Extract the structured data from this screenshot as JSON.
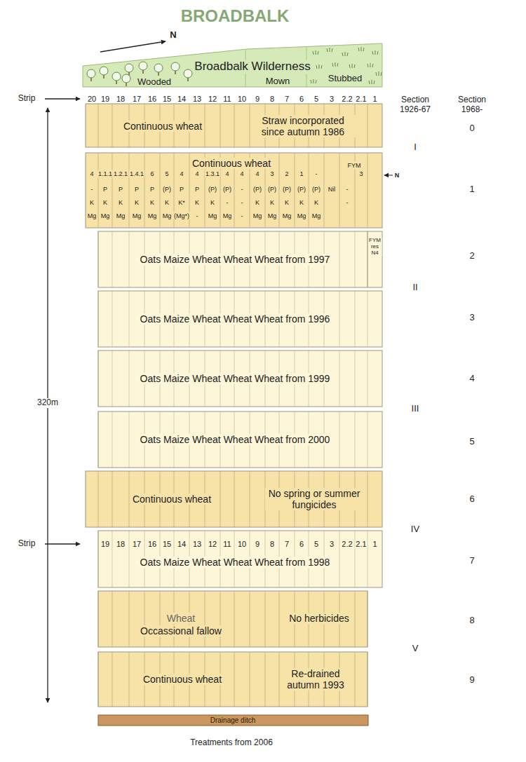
{
  "diagram": {
    "title": "BROADBALK",
    "caption": "Treatments from 2006",
    "nodes": [
      {
        "text": [
          "Broadbalk Wilderness",
          "Wooded",
          "Mown",
          "Stubbed"
        ]
      },
      {
        "text": [
          "Continuous wheat",
          "Straw incorporated since autumn 1986"
        ]
      },
      {
        "text": [
          "Continuous wheat"
        ]
      },
      {
        "text": [
          "Oats Maize Wheat Wheat Wheat from 1997"
        ]
      },
      {
        "text": [
          "FYM res N4"
        ],
        "in": 3
      },
      {
        "text": [
          "Oats Maize Wheat Wheat Wheat from 1996"
        ]
      },
      {
        "text": [
          "Oats Maize Wheat Wheat Wheat from 1999"
        ]
      },
      {
        "text": [
          "Oats Maize Wheat Wheat Wheat from 2000"
        ]
      },
      {
        "text": [
          "Continuous wheat",
          "No spring or summer fungicides"
        ]
      },
      {
        "text": [
          "Oats Maize Wheat Wheat Wheat from 1998"
        ]
      },
      {
        "text": [
          "Wheat",
          "Occassional fallow",
          "No herbicides"
        ]
      },
      {
        "text": [
          "Continuous wheat",
          "Re-drained autumn 1993"
        ]
      },
      {
        "text": [
          "Drainage ditch"
        ]
      }
    ],
    "labels": [
      "N",
      "Strip",
      "20",
      "19",
      "18",
      "17",
      "16",
      "15",
      "14",
      "13",
      "12",
      "11",
      "10",
      "9",
      "8",
      "7",
      "6",
      "5",
      "3",
      "2.2",
      "2.1",
      "1",
      "Section 1926-67",
      "Section 1968-",
      "0",
      "I",
      "1",
      "2",
      "II",
      "3",
      "4",
      "III",
      "5",
      "6",
      "IV",
      "7",
      "8",
      "V",
      "9",
      "320m",
      "4",
      "1.1.1",
      "1.2.1",
      "1.4.1",
      "6",
      "5",
      "4",
      "4",
      "1.3.1",
      "4",
      "4",
      "4",
      "3",
      "2",
      "1",
      "-",
      "FYM",
      "3",
      "-",
      "P",
      "P",
      "P",
      "P",
      "(P)",
      "P",
      "P",
      "(P)",
      "(P)",
      "-",
      "(P)",
      "(P)",
      "(P)",
      "(P)",
      "(P)",
      "Nil",
      "-",
      "K",
      "K",
      "K",
      "K",
      "K",
      "K",
      "K*",
      "K",
      "K",
      "-",
      "-",
      "K",
      "K",
      "K",
      "K",
      "K",
      "-",
      "Mg",
      "Mg",
      "Mg",
      "Mg",
      "Mg",
      "Mg",
      "(Mg*)",
      "-",
      "Mg",
      "Mg",
      "-",
      "Mg",
      "Mg",
      "Mg",
      "Mg",
      "Mg",
      "N",
      "Strip",
      "19",
      "18",
      "17",
      "16",
      "15",
      "14",
      "13",
      "12",
      "11",
      "10",
      "9",
      "8",
      "7",
      "6",
      "5",
      "3",
      "2.2",
      "2.1",
      "1"
    ]
  }
}
